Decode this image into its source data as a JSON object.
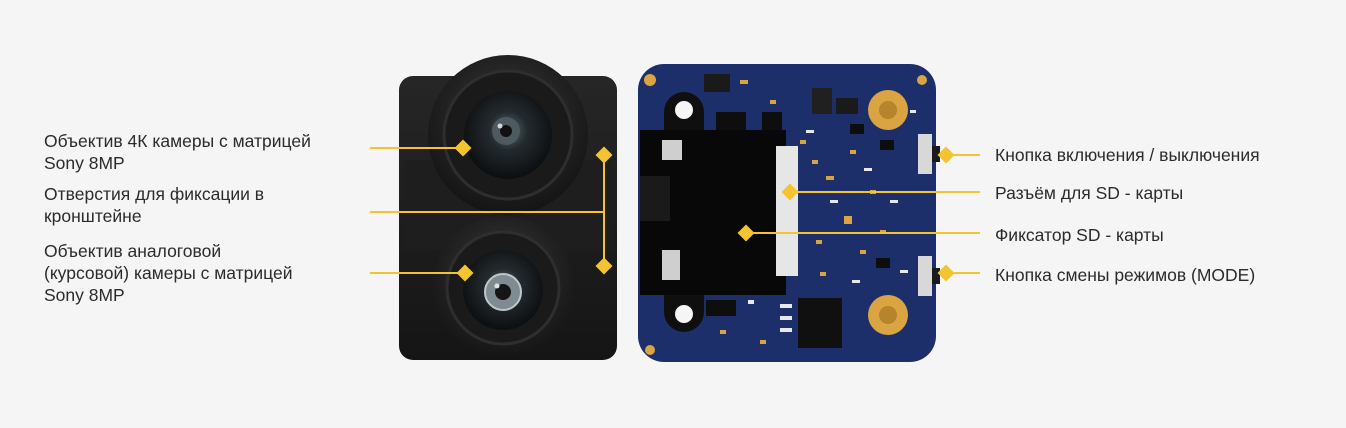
{
  "left_labels": [
    {
      "lines": [
        "Объектив 4К камеры с матрицей",
        "Sony 8MP"
      ]
    },
    {
      "lines": [
        "Отверстия для фиксации в",
        "кронштейне"
      ]
    },
    {
      "lines": [
        "Объектив аналоговой",
        "(курсовой) камеры с матрицей",
        "Sony 8MP"
      ]
    }
  ],
  "right_labels": [
    {
      "text": "Кнопка включения / выключения"
    },
    {
      "text": "Разъём для SD - карты"
    },
    {
      "text": "Фиксатор SD - карты"
    },
    {
      "text": "Кнопка смены режимов (MODE)"
    }
  ],
  "colors": {
    "background": "#f5f5f5",
    "leader_line": "#f4c430",
    "text": "#2b2b2b",
    "pcb": "#1c2f6b",
    "camera_body": "#1b1b1b",
    "gold_pad": "#d9a441"
  }
}
